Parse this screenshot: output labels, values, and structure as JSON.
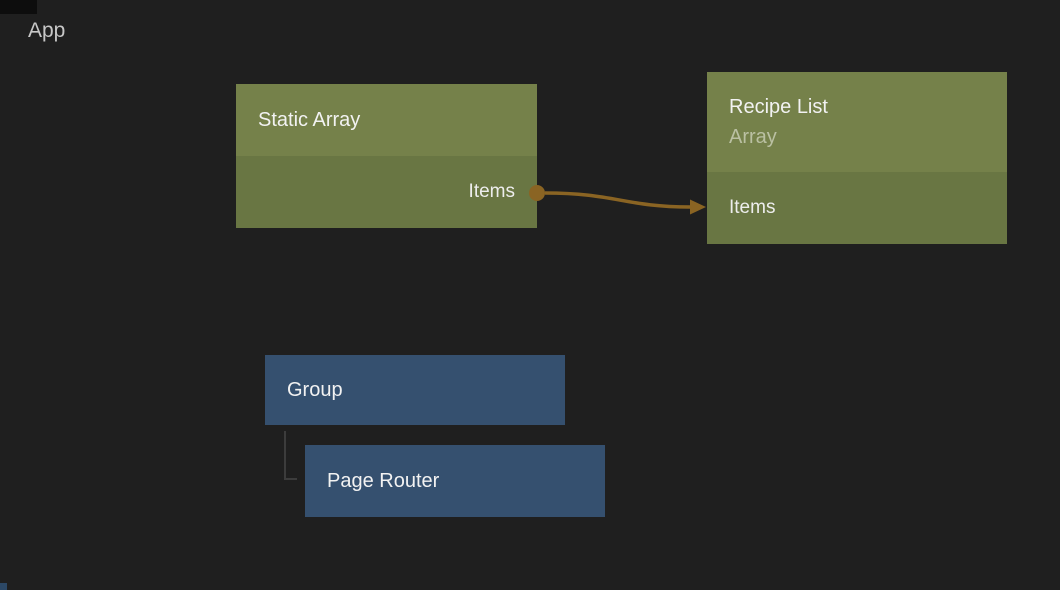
{
  "canvas": {
    "breadcrumb": "App"
  },
  "colors": {
    "canvas-bg": "#1f1f1f",
    "data-node-header": "#75814a",
    "data-node-body": "#697643",
    "visual-node": "#35506f",
    "connection": "#8a6423",
    "hierarchy-line": "#3c3c3c",
    "title-text": "#f2f2f2",
    "subtitle-text": "#bac0a2",
    "port-text": "#ededed",
    "breadcrumb-text": "#c7c7c7"
  },
  "nodes": {
    "static_array": {
      "title": "Static Array",
      "output_port": "Items"
    },
    "recipe_list": {
      "title": "Recipe List",
      "subtitle": "Array",
      "input_port": "Items"
    },
    "group": {
      "title": "Group"
    },
    "page_router": {
      "title": "Page Router"
    }
  },
  "connection": {
    "from": "Static Array / Items",
    "to": "Recipe List / Items"
  }
}
